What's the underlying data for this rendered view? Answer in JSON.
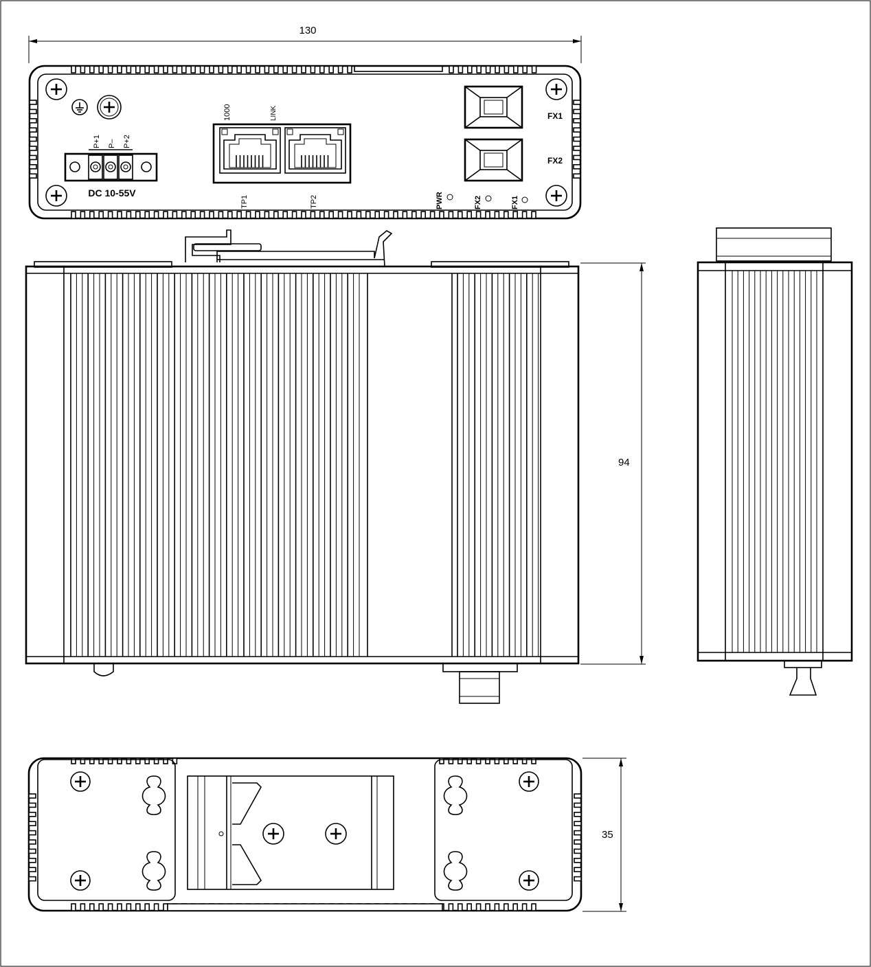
{
  "dimensions": {
    "width": "130",
    "height": "94",
    "depth": "35"
  },
  "front_panel": {
    "power_terminal_label": "DC 10-55V",
    "terminal_pins": [
      "P+1",
      "P–",
      "P+2"
    ],
    "speed_led_label": "1000",
    "link_led_label": "LINK",
    "ports": [
      "TP1",
      "TP2"
    ],
    "fiber_ports": [
      "FX1",
      "FX2"
    ],
    "status_leds": [
      "PWR",
      "FX2",
      "FX1"
    ],
    "icons": [
      "ground-icon",
      "screw-icon"
    ]
  }
}
